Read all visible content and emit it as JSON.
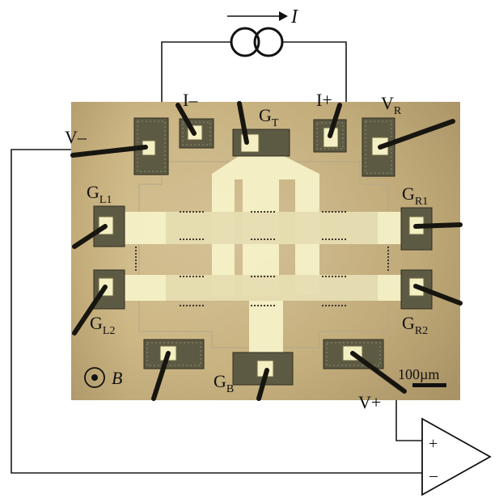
{
  "labels": {
    "current": "I",
    "i_minus": "I–",
    "i_plus": "I+",
    "v_minus": "V–",
    "v_plus": "V+",
    "v_r_main": "V",
    "v_r_sub": "R",
    "g_t_main": "G",
    "g_t_sub": "T",
    "g_b_main": "G",
    "g_b_sub": "B",
    "g_l1_main": "G",
    "g_l1_sub": "L1",
    "g_l2_main": "G",
    "g_l2_sub": "L2",
    "g_r1_main": "G",
    "g_r1_sub": "R1",
    "g_r2_main": "G",
    "g_r2_sub": "R2",
    "field": "B",
    "scale_bar": "100µm",
    "amp_plus": "+",
    "amp_minus": "–"
  },
  "icons": {
    "current_source": "current-source-icon",
    "amplifier": "op-amp-icon",
    "field_out_of_page": "dot-in-circle-icon"
  },
  "colors": {
    "chip_background": "#cdb88a",
    "mesa": "#f6f2c8",
    "bond_pad": "#5d5a44",
    "wire": "#171510",
    "circuit_line": "#1a1a1a"
  }
}
